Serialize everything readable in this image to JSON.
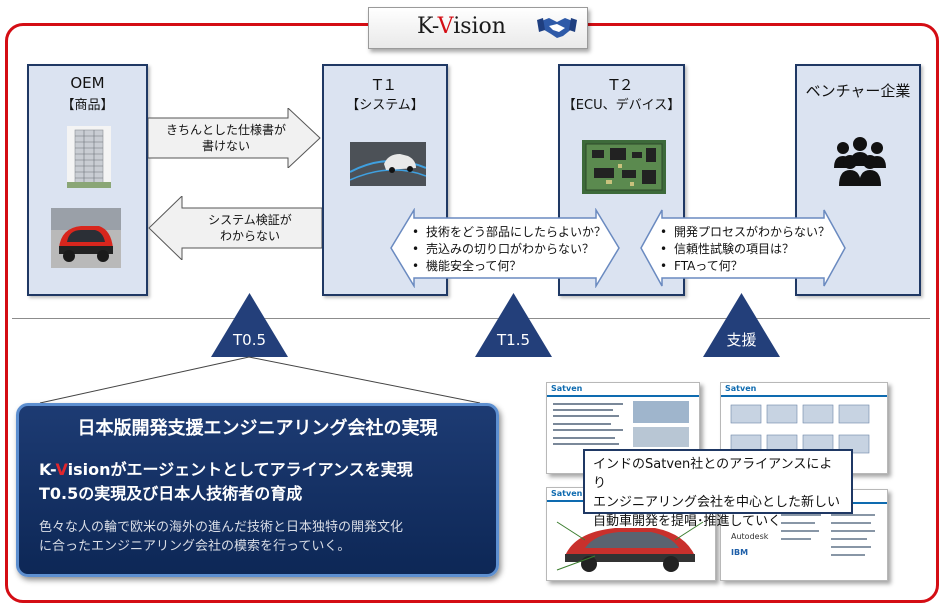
{
  "logo": {
    "prefix": "K-",
    "v": "V",
    "suffix": "ision"
  },
  "columns": {
    "oem": {
      "title": "OEM",
      "sub": "【商品】"
    },
    "t1": {
      "title": "T１",
      "sub": "【システム】"
    },
    "t2": {
      "title": "T２",
      "sub": "【ECU、デバイス】"
    },
    "venture": {
      "title": "ベンチャー企業"
    }
  },
  "arrows": {
    "oem_to_t1": {
      "line1": "きちんとした仕様書が",
      "line2": "書けない"
    },
    "t1_to_oem": {
      "line1": "システム検証が",
      "line2": "わからない"
    }
  },
  "bullets_t1_t2": [
    "技術をどう部品にしたらよいか？",
    "売込みの切り口がわからない？",
    "機能安全って何？"
  ],
  "bullets_t2_venture": [
    "開発プロセスがわからない？",
    "信頼性試験の項目は？",
    "FTAって何？"
  ],
  "triangles": {
    "t05": "T0.5",
    "t15": "T1.5",
    "support": "支援"
  },
  "panel": {
    "title": "日本版開発支援エンジニアリング会社の実現",
    "line1_k": "K-",
    "line1_v": "V",
    "line1_rest": "isionがエージェントとしてアライアンスを実現",
    "line2": "T0.5の実現及び日本人技術者の育成",
    "desc1": "色々な人の輪で欧米の海外の進んだ技術と日本独特の開発文化",
    "desc2": "に合ったエンジニアリング会社の模索を行っていく。"
  },
  "slides": {
    "logo": "Satven",
    "s2": "Autodesk",
    "s3": "IBM"
  },
  "callout": {
    "line1": "インドのSatven社とのアライアンスにより",
    "line2": "エンジニアリング会社を中心とした新しい",
    "line3": "自動車開発を提唱･推進していく"
  },
  "colors": {
    "frame": "#d40d14",
    "navy": "#1f3864",
    "box": "#dbe3f1",
    "accent": "#e0262d"
  }
}
